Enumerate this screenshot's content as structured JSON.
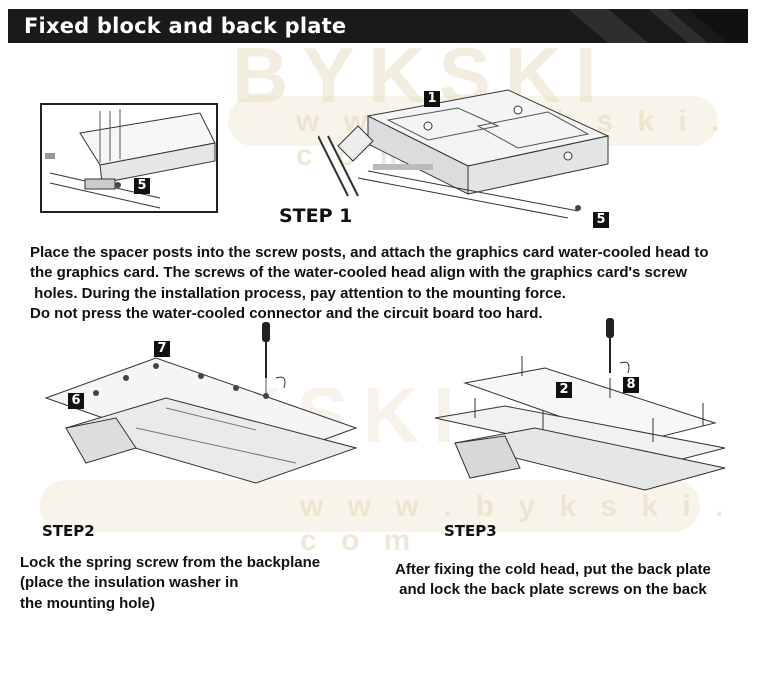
{
  "header": {
    "title": "Fixed block and back plate"
  },
  "watermark": {
    "brand": "BYKSKI",
    "url": "www.byk s k i.com",
    "url2": "w w w . b y k s k i . c o m"
  },
  "step1": {
    "label": "STEP 1",
    "callouts": [
      "1",
      "5",
      "5"
    ],
    "instructions": [
      "Place the spacer posts into the screw posts, and attach the graphics card water-cooled head to",
      "the graphics card. The screws of the water-cooled head align with the graphics card's screw",
      " holes. During the installation process, pay attention to the mounting force.",
      "Do not press the water-cooled connector and the circuit board too hard."
    ]
  },
  "step2": {
    "label": "STEP2",
    "callouts": [
      "7",
      "6"
    ],
    "instructions": [
      "Lock the spring screw from the backplane",
      "(place the insulation washer in",
      "the mounting hole)"
    ]
  },
  "step3": {
    "label": "STEP3",
    "callouts": [
      "2",
      "8"
    ],
    "instructions": [
      "After fixing the cold head, put the back plate",
      " and lock the back plate screws on the back"
    ]
  }
}
